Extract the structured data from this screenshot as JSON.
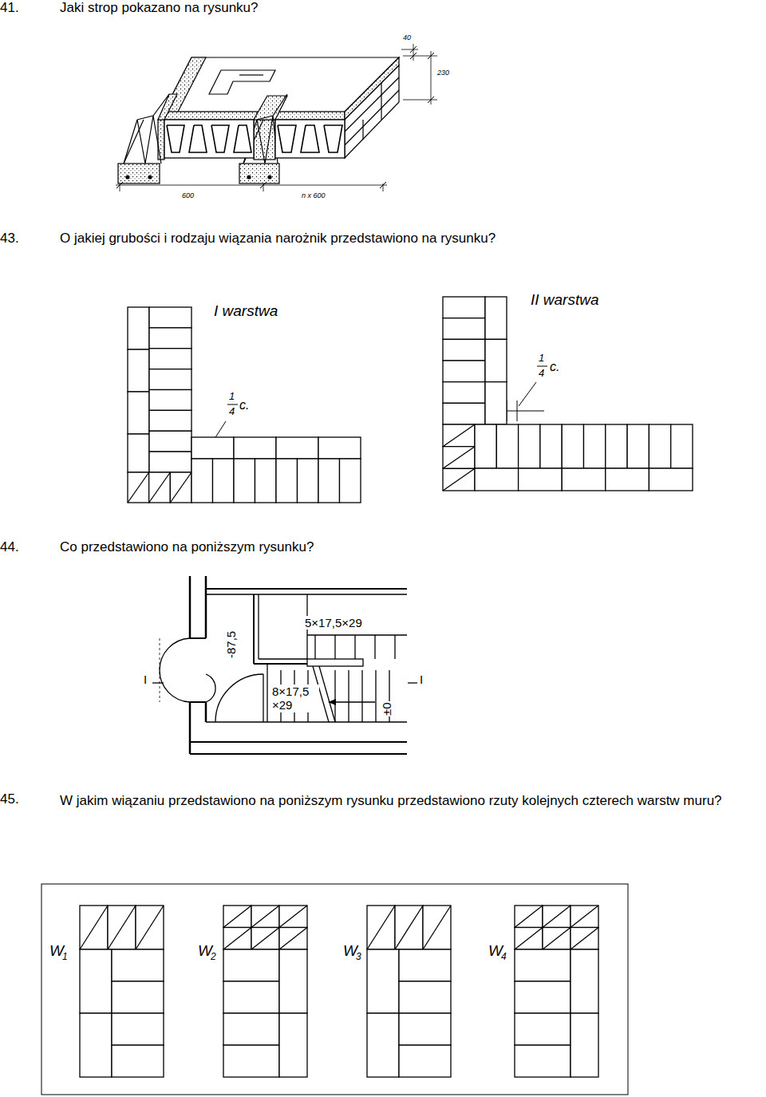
{
  "diagram": {
    "labels": [
      "41.",
      "Jaki strop pokazano na rysunku?",
      "40",
      "230",
      "600",
      "n x 600",
      "43.",
      "O jakiej grubości i rodzaju wiązania narożnik przedstawiono na rysunku?",
      "I warstwa",
      "1",
      "4",
      "c.",
      "II warstwa",
      "1",
      "4",
      "c.",
      "44.",
      "Co przedstawiono na poniższym rysunku?",
      "I",
      "-87,5",
      "5×17,5×29",
      "8×17,5 ×29",
      "±0",
      "I",
      "45.",
      "W jakim wiązaniu przedstawiono na poniższym rysunku przedstawiono rzuty kolejnych czterech warstw muru?",
      "W",
      "1",
      "W",
      "2",
      "W",
      "3",
      "W",
      "4"
    ]
  }
}
